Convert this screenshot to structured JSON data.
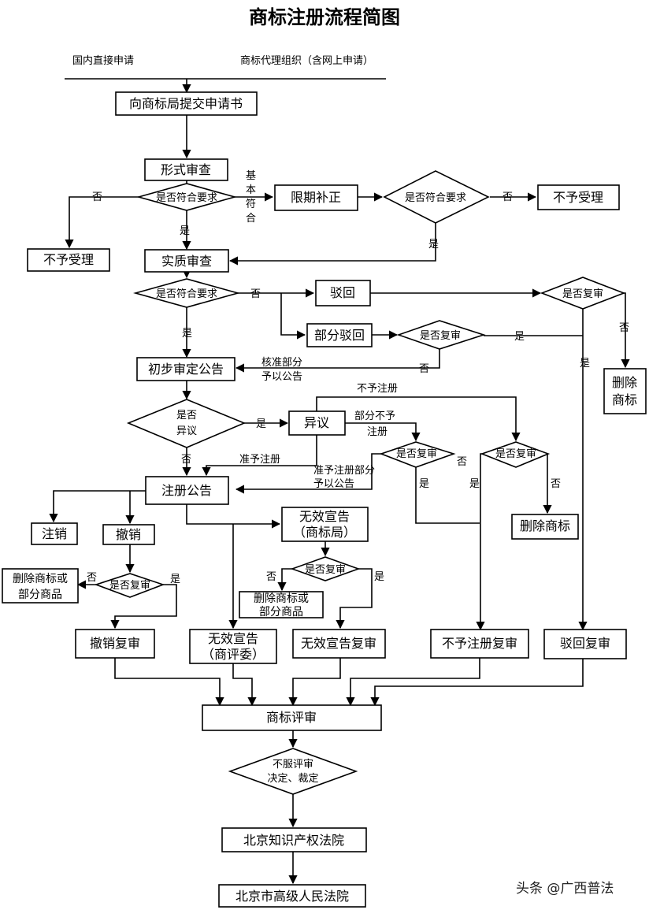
{
  "title": "商标注册流程简图",
  "sources": {
    "direct": "国内直接申请",
    "agent": "商标代理组织（含网上申请）"
  },
  "nodes": {
    "submit": "向商标局提交申请书",
    "formal_review": "形式审查",
    "q_formal": "是否符合要求",
    "reject_accept_1": "不予受理",
    "correction": "限期补正",
    "q_correction": "是否符合要求",
    "reject_accept_2": "不予受理",
    "substantive_review": "实质审查",
    "q_substantive": "是否符合要求",
    "rejection": "驳回",
    "partial_rejection": "部分驳回",
    "q_review_partial": "是否复审",
    "q_review_reject": "是否复审",
    "delete_mark_1": "删除商标",
    "prelim_announce": "初步审定公告",
    "q_opposition": "是否异议",
    "opposition": "异议",
    "q_review_opp_partial": "是否复审",
    "q_review_opp_deny": "是否复审",
    "delete_mark_2": "删除商标",
    "reg_announce": "注册公告",
    "cancel_logout": "注销",
    "revoke": "撤销",
    "q_review_revoke": "是否复审",
    "delete_or_partial_1": "删除商标或部分商品",
    "invalid_office": "无效宣告（商标局）",
    "q_review_invalid": "是否复审",
    "delete_or_partial_2": "删除商标或部分商品",
    "revoke_review": "撤销复审",
    "invalid_board": "无效宣告（商评委）",
    "invalid_review": "无效宣告复审",
    "deny_reg_review": "不予注册复审",
    "reject_review": "驳回复审",
    "board_review": "商标评审",
    "q_disagree": "不服评审决定、裁定",
    "ip_court": "北京知识产权法院",
    "high_court": "北京市高级人民法院"
  },
  "labels": {
    "no": "否",
    "yes": "是",
    "basic_match": "基本符合",
    "approve_partial": "核准部分予以公告",
    "deny_reg": "不予注册",
    "partial_deny": "部分不予注册",
    "approve_reg": "准予注册",
    "approve_reg_partial": "准予注册部分予以公告"
  },
  "watermark": "头条 @广西普法"
}
